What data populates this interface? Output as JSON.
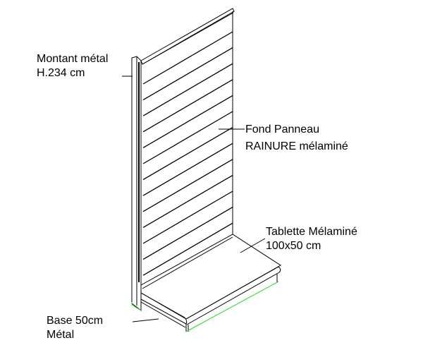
{
  "labels": {
    "upright": {
      "line1": "Montant métal",
      "line2": "H.234 cm"
    },
    "panel": {
      "line1": "Fond Panneau",
      "line2": "RAINURE mélaminé"
    },
    "shelf": {
      "line1": "Tablette Mélaminé",
      "line2": "100x50 cm"
    },
    "base": {
      "line1": "Base 50cm",
      "line2": "Métal"
    }
  },
  "colors": {
    "line": "#000000",
    "base_edge": "#22dd22"
  },
  "slat_count": 14
}
